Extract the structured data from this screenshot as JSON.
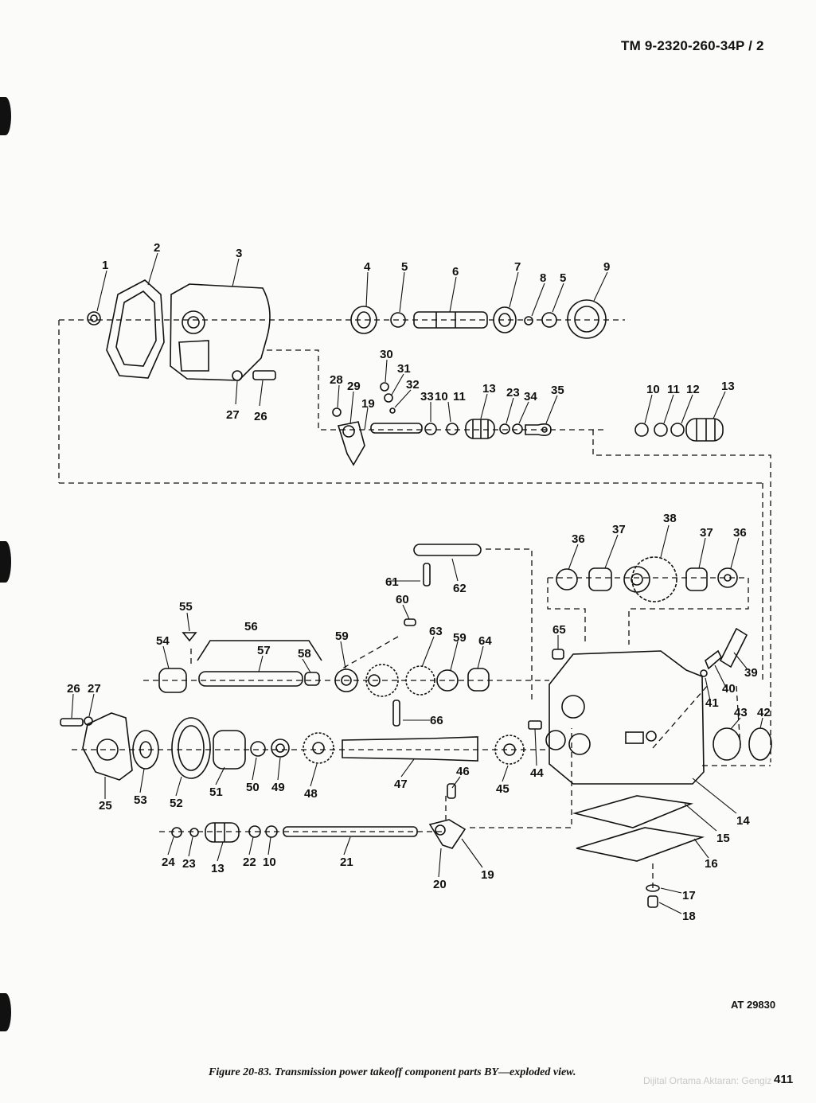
{
  "header": {
    "doc_id": "TM 9-2320-260-34P / 2"
  },
  "figure": {
    "caption": "Figure 20-83. Transmission power takeoff component parts BY—exploded view.",
    "art_number": "AT 29830",
    "page_number": "411"
  },
  "watermark": "Dijital Ortama Aktaran: Gengiz",
  "callouts": {
    "c1": "1",
    "c2": "2",
    "c3": "3",
    "c4": "4",
    "c5a": "5",
    "c6": "6",
    "c7": "7",
    "c8": "8",
    "c5b": "5",
    "c9": "9",
    "c27a": "27",
    "c26a": "26",
    "c30": "30",
    "c31": "31",
    "c28": "28",
    "c29": "29",
    "c32": "32",
    "c19a": "19",
    "c33": "33",
    "c10a": "10",
    "c11a": "11",
    "c13a": "13",
    "c23a": "23",
    "c34": "34",
    "c35": "35",
    "c10b": "10",
    "c11b": "11",
    "c12": "12",
    "c13b": "13",
    "c38": "38",
    "c36a": "36",
    "c37a": "37",
    "c37b": "37",
    "c36b": "36",
    "c61": "61",
    "c62": "62",
    "c55": "55",
    "c56": "56",
    "c57": "57",
    "c54": "54",
    "c58": "58",
    "c59a": "59",
    "c60": "60",
    "c63": "63",
    "c59b": "59",
    "c64": "64",
    "c65": "65",
    "c39": "39",
    "c40": "40",
    "c41": "41",
    "c26b": "26",
    "c27b": "27",
    "c66": "66",
    "c43": "43",
    "c42": "42",
    "c25": "25",
    "c53": "53",
    "c52": "52",
    "c51": "51",
    "c50": "50",
    "c49": "49",
    "c48": "48",
    "c47": "47",
    "c46": "46",
    "c45": "45",
    "c44": "44",
    "c14": "14",
    "c15": "15",
    "c16": "16",
    "c24": "24",
    "c23b": "23",
    "c13c": "13",
    "c22": "22",
    "c10c": "10",
    "c21": "21",
    "c20": "20",
    "c19b": "19",
    "c17": "17",
    "c18": "18"
  }
}
